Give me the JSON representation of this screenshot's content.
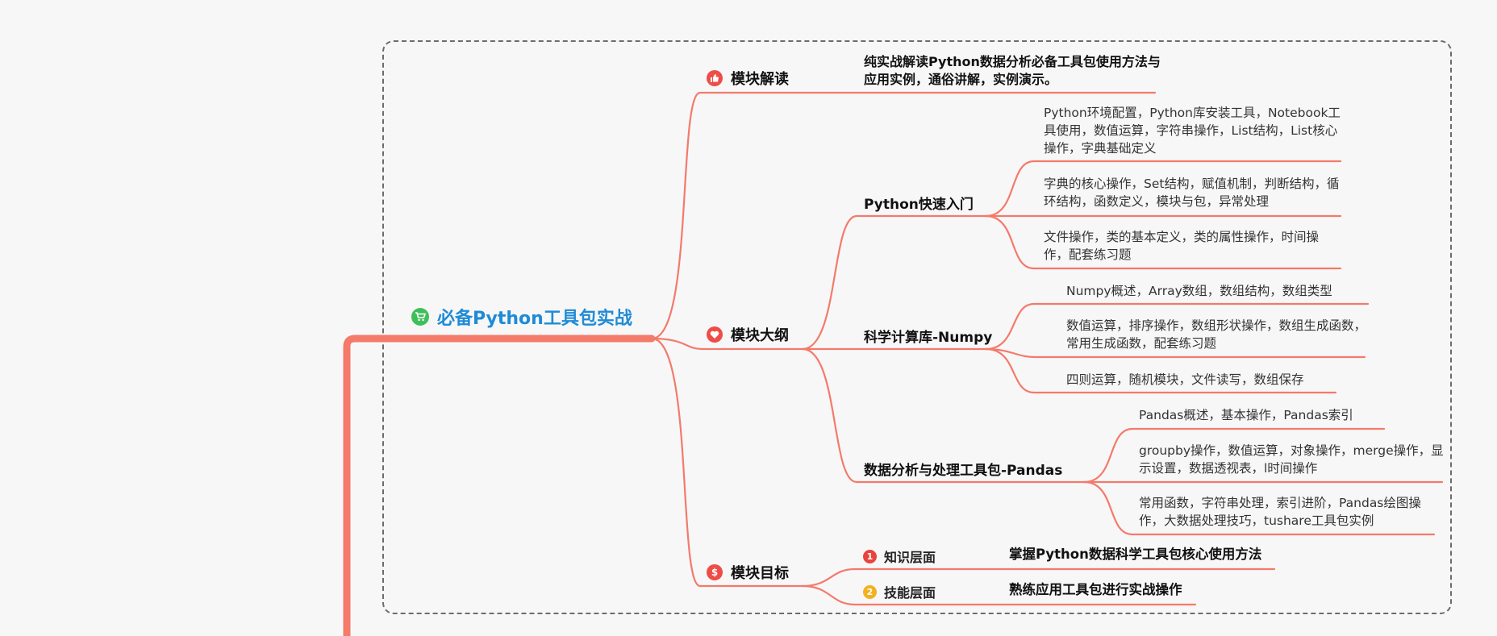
{
  "colors": {
    "branch": "#f47a6a",
    "root_text": "#1f8bd6",
    "root_icon": "#3fbf5a",
    "module_icon": "#ee4d47",
    "goal1_icon": "#e8433e",
    "goal2_icon": "#f2b120",
    "boundary": "#6c6c6c"
  },
  "root": {
    "label": "必备Python工具包实战",
    "icon": "cart-icon"
  },
  "modules": {
    "intro": {
      "label": "模块解读",
      "icon": "thumbs-up-icon",
      "text": "纯实战解读Python数据分析必备工具包使用方法与应用实例，通俗讲解，实例演示。"
    },
    "outline": {
      "label": "模块大纲",
      "icon": "heart-icon",
      "topics": [
        {
          "label": "Python快速入门",
          "items": [
            "Python环境配置，Python库安装工具，Notebook工具使用，数值运算，字符串操作，List结构，List核心操作，字典基础定义",
            "字典的核心操作，Set结构，赋值机制，判断结构，循环结构，函数定义，模块与包，异常处理",
            "文件操作，类的基本定义，类的属性操作，时间操作，配套练习题"
          ]
        },
        {
          "label": "科学计算库-Numpy",
          "items": [
            "Numpy概述，Array数组，数组结构，数组类型",
            "数值运算，排序操作，数组形状操作，数组生成函数，常用生成函数，配套练习题",
            "四则运算，随机模块，文件读写，数组保存"
          ]
        },
        {
          "label": "数据分析与处理工具包-Pandas",
          "items": [
            "Pandas概述，基本操作，Pandas索引",
            "groupby操作，数值运算，对象操作，merge操作，显示设置，数据透视表，l时间操作",
            "常用函数，字符串处理，索引进阶，Pandas绘图操作，大数据处理技巧，tushare工具包实例"
          ]
        }
      ]
    },
    "goals": {
      "label": "模块目标",
      "icon": "dollar-icon",
      "items": [
        {
          "badge": "1",
          "label": "知识层面",
          "text": "掌握Python数据科学工具包核心使用方法"
        },
        {
          "badge": "2",
          "label": "技能层面",
          "text": "熟练应用工具包进行实战操作"
        }
      ]
    }
  }
}
